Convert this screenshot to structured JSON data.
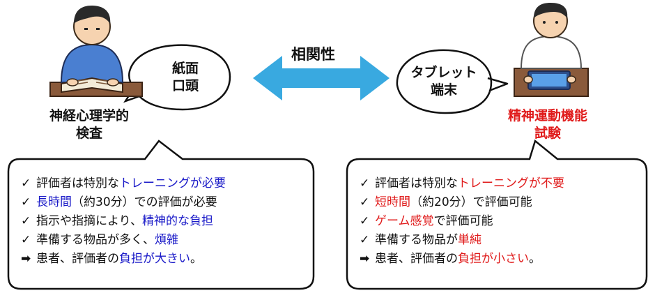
{
  "left": {
    "title_line1": "神経心理学的",
    "title_line2": "検査",
    "bubble_line1": "紙面",
    "bubble_line2": "口頭",
    "items": [
      {
        "mark": "✓",
        "pre": "評価者は特別な",
        "hl": "トレーニングが必要",
        "post": ""
      },
      {
        "mark": "✓",
        "pre": "",
        "hl": "長時間",
        "post": "（約30分）での評価が必要"
      },
      {
        "mark": "✓",
        "pre": "指示や指摘により、",
        "hl": "精神的な負担",
        "post": ""
      },
      {
        "mark": "✓",
        "pre": "準備する物品が多く、",
        "hl": "煩雑",
        "post": ""
      },
      {
        "mark": "➡",
        "pre": "患者、評価者の",
        "hl": "負担が大きい",
        "post": "。"
      }
    ]
  },
  "right": {
    "title_line1": "精神運動機能",
    "title_line2": "試験",
    "bubble_line1": "タブレット",
    "bubble_line2": "端末",
    "items": [
      {
        "mark": "✓",
        "pre": "評価者は特別な",
        "hl": "トレーニングが不要",
        "post": ""
      },
      {
        "mark": "✓",
        "pre": "",
        "hl": "短時間",
        "post": "（約20分）で評価可能"
      },
      {
        "mark": "✓",
        "pre": "",
        "hl": "ゲーム感覚",
        "post": "で評価可能"
      },
      {
        "mark": "✓",
        "pre": "準備する物品が",
        "hl": "単純",
        "post": ""
      },
      {
        "mark": "➡",
        "pre": "患者、評価者の",
        "hl": "負担が小さい",
        "post": "。"
      }
    ]
  },
  "arrow_label": "相関性",
  "colors": {
    "arrow": "#39a9e0",
    "left_highlight": "#1a1ac8",
    "right_highlight": "#e01b1b",
    "right_title": "#e01b1b"
  }
}
